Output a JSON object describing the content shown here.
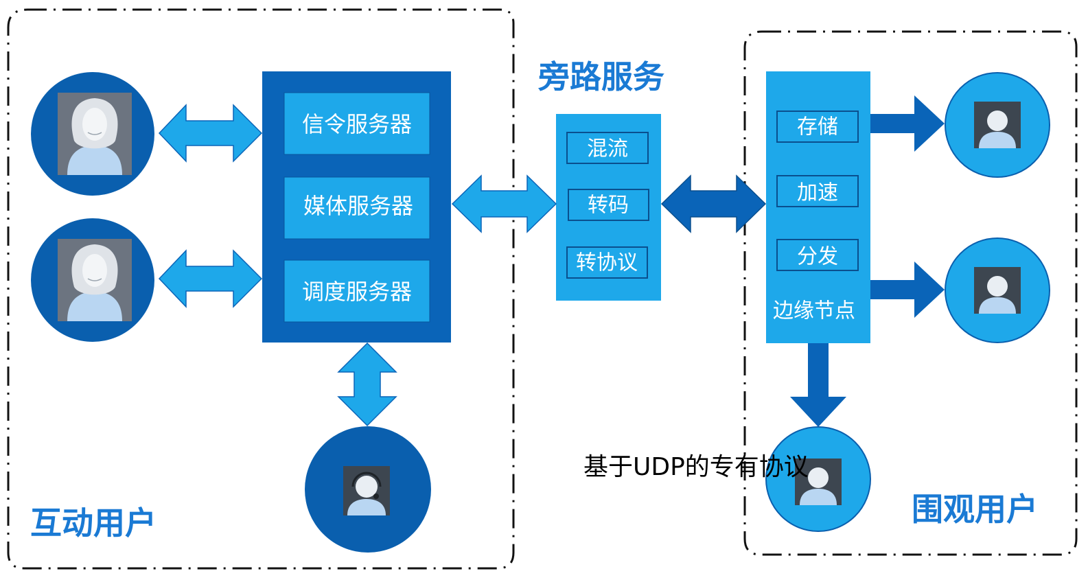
{
  "zones": {
    "interactive_title": "互动用户",
    "bypass_title": "旁路服务",
    "viewer_title": "围观用户"
  },
  "servers": {
    "signaling": "信令服务器",
    "media": "媒体服务器",
    "scheduling": "调度服务器"
  },
  "bypass": {
    "mixing": "混流",
    "transcoding": "转码",
    "protocol_conversion": "转协议"
  },
  "edge": {
    "storage": "存储",
    "acceleration": "加速",
    "distribution": "分发",
    "label": "边缘节点"
  },
  "protocol_note": "基于UDP的专有协议",
  "colors": {
    "dark_blue": "#0a64b8",
    "light_blue": "#1ea8ea",
    "title_blue": "#1a7ad4",
    "avatar_bg": "#0a5fae"
  },
  "icons": {
    "female_user": "female-user-icon",
    "headset_user": "headset-user-icon",
    "generic_user": "generic-user-icon"
  }
}
